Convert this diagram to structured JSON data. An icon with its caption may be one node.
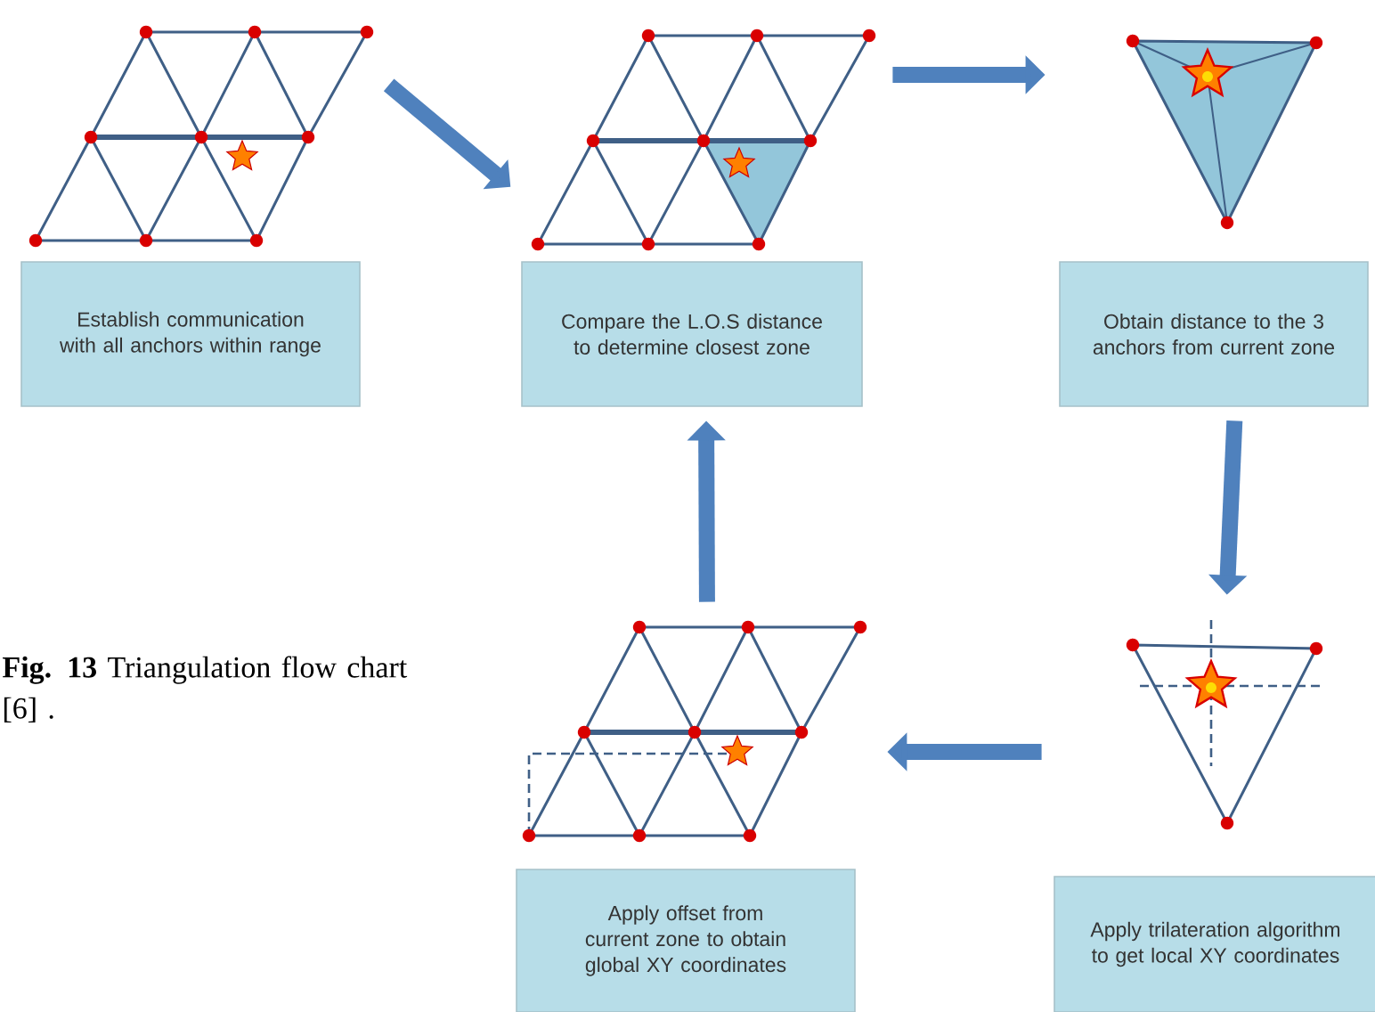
{
  "diagram": {
    "caption": "**Fig. 13** Triangulation flow chart [6] .",
    "nodes": [
      {
        "text": [
          "Establish communication with all anchors within range"
        ]
      },
      {
        "text": [
          "Compare the L.O.S distance to determine closest zone"
        ]
      },
      {
        "text": [
          "Obtain distance to the 3 anchors from current zone"
        ]
      },
      {
        "text": [
          "Apply offset from current zone to obtain global XY coordinates"
        ]
      },
      {
        "text": [
          "Apply trilateration algorithm to get local XY coordinates"
        ]
      }
    ],
    "edges": [
      {
        "from": 0,
        "to": 1,
        "arrow": "to"
      },
      {
        "from": 1,
        "to": 2,
        "arrow": "to"
      },
      {
        "from": 2,
        "to": 4,
        "arrow": "to"
      },
      {
        "from": 4,
        "to": 3,
        "arrow": "to"
      },
      {
        "from": 3,
        "to": 1,
        "arrow": "to"
      }
    ]
  }
}
